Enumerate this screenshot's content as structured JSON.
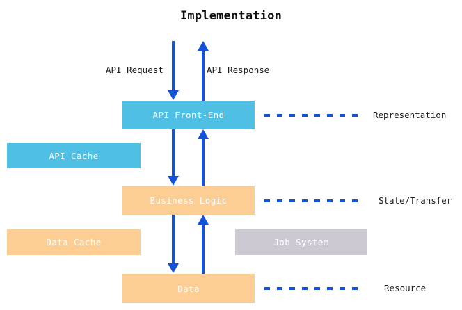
{
  "diagram": {
    "title": "Implementation",
    "background_color": "#ffffff",
    "colors": {
      "blue_node": "#4FC0E3",
      "orange_node": "#FCCE94",
      "gray_node": "#CDC9D2",
      "arrow": "#1453D8",
      "node_text": "#ffffff",
      "label_text": "#1a1a1a"
    },
    "nodes": [
      {
        "id": "api-front-end",
        "label": "API Front-End",
        "color": "#4FC0E3"
      },
      {
        "id": "api-cache",
        "label": "API Cache",
        "color": "#4FC0E3"
      },
      {
        "id": "business-logic",
        "label": "Business Logic",
        "color": "#FCCE94"
      },
      {
        "id": "data-cache",
        "label": "Data Cache",
        "color": "#FCCE94"
      },
      {
        "id": "job-system",
        "label": "Job System",
        "color": "#CDC9D2"
      },
      {
        "id": "data",
        "label": "Data",
        "color": "#FCCE94"
      }
    ],
    "edge_labels": {
      "api_request": "API Request",
      "api_response": "API Response"
    },
    "layer_labels": [
      {
        "id": "representation",
        "label": "Representation",
        "aligned_node": "API Front-End"
      },
      {
        "id": "state-transfer",
        "label": "State/Transfer",
        "aligned_node": "Business Logic"
      },
      {
        "id": "resource",
        "label": "Resource",
        "aligned_node": "Data"
      }
    ]
  }
}
